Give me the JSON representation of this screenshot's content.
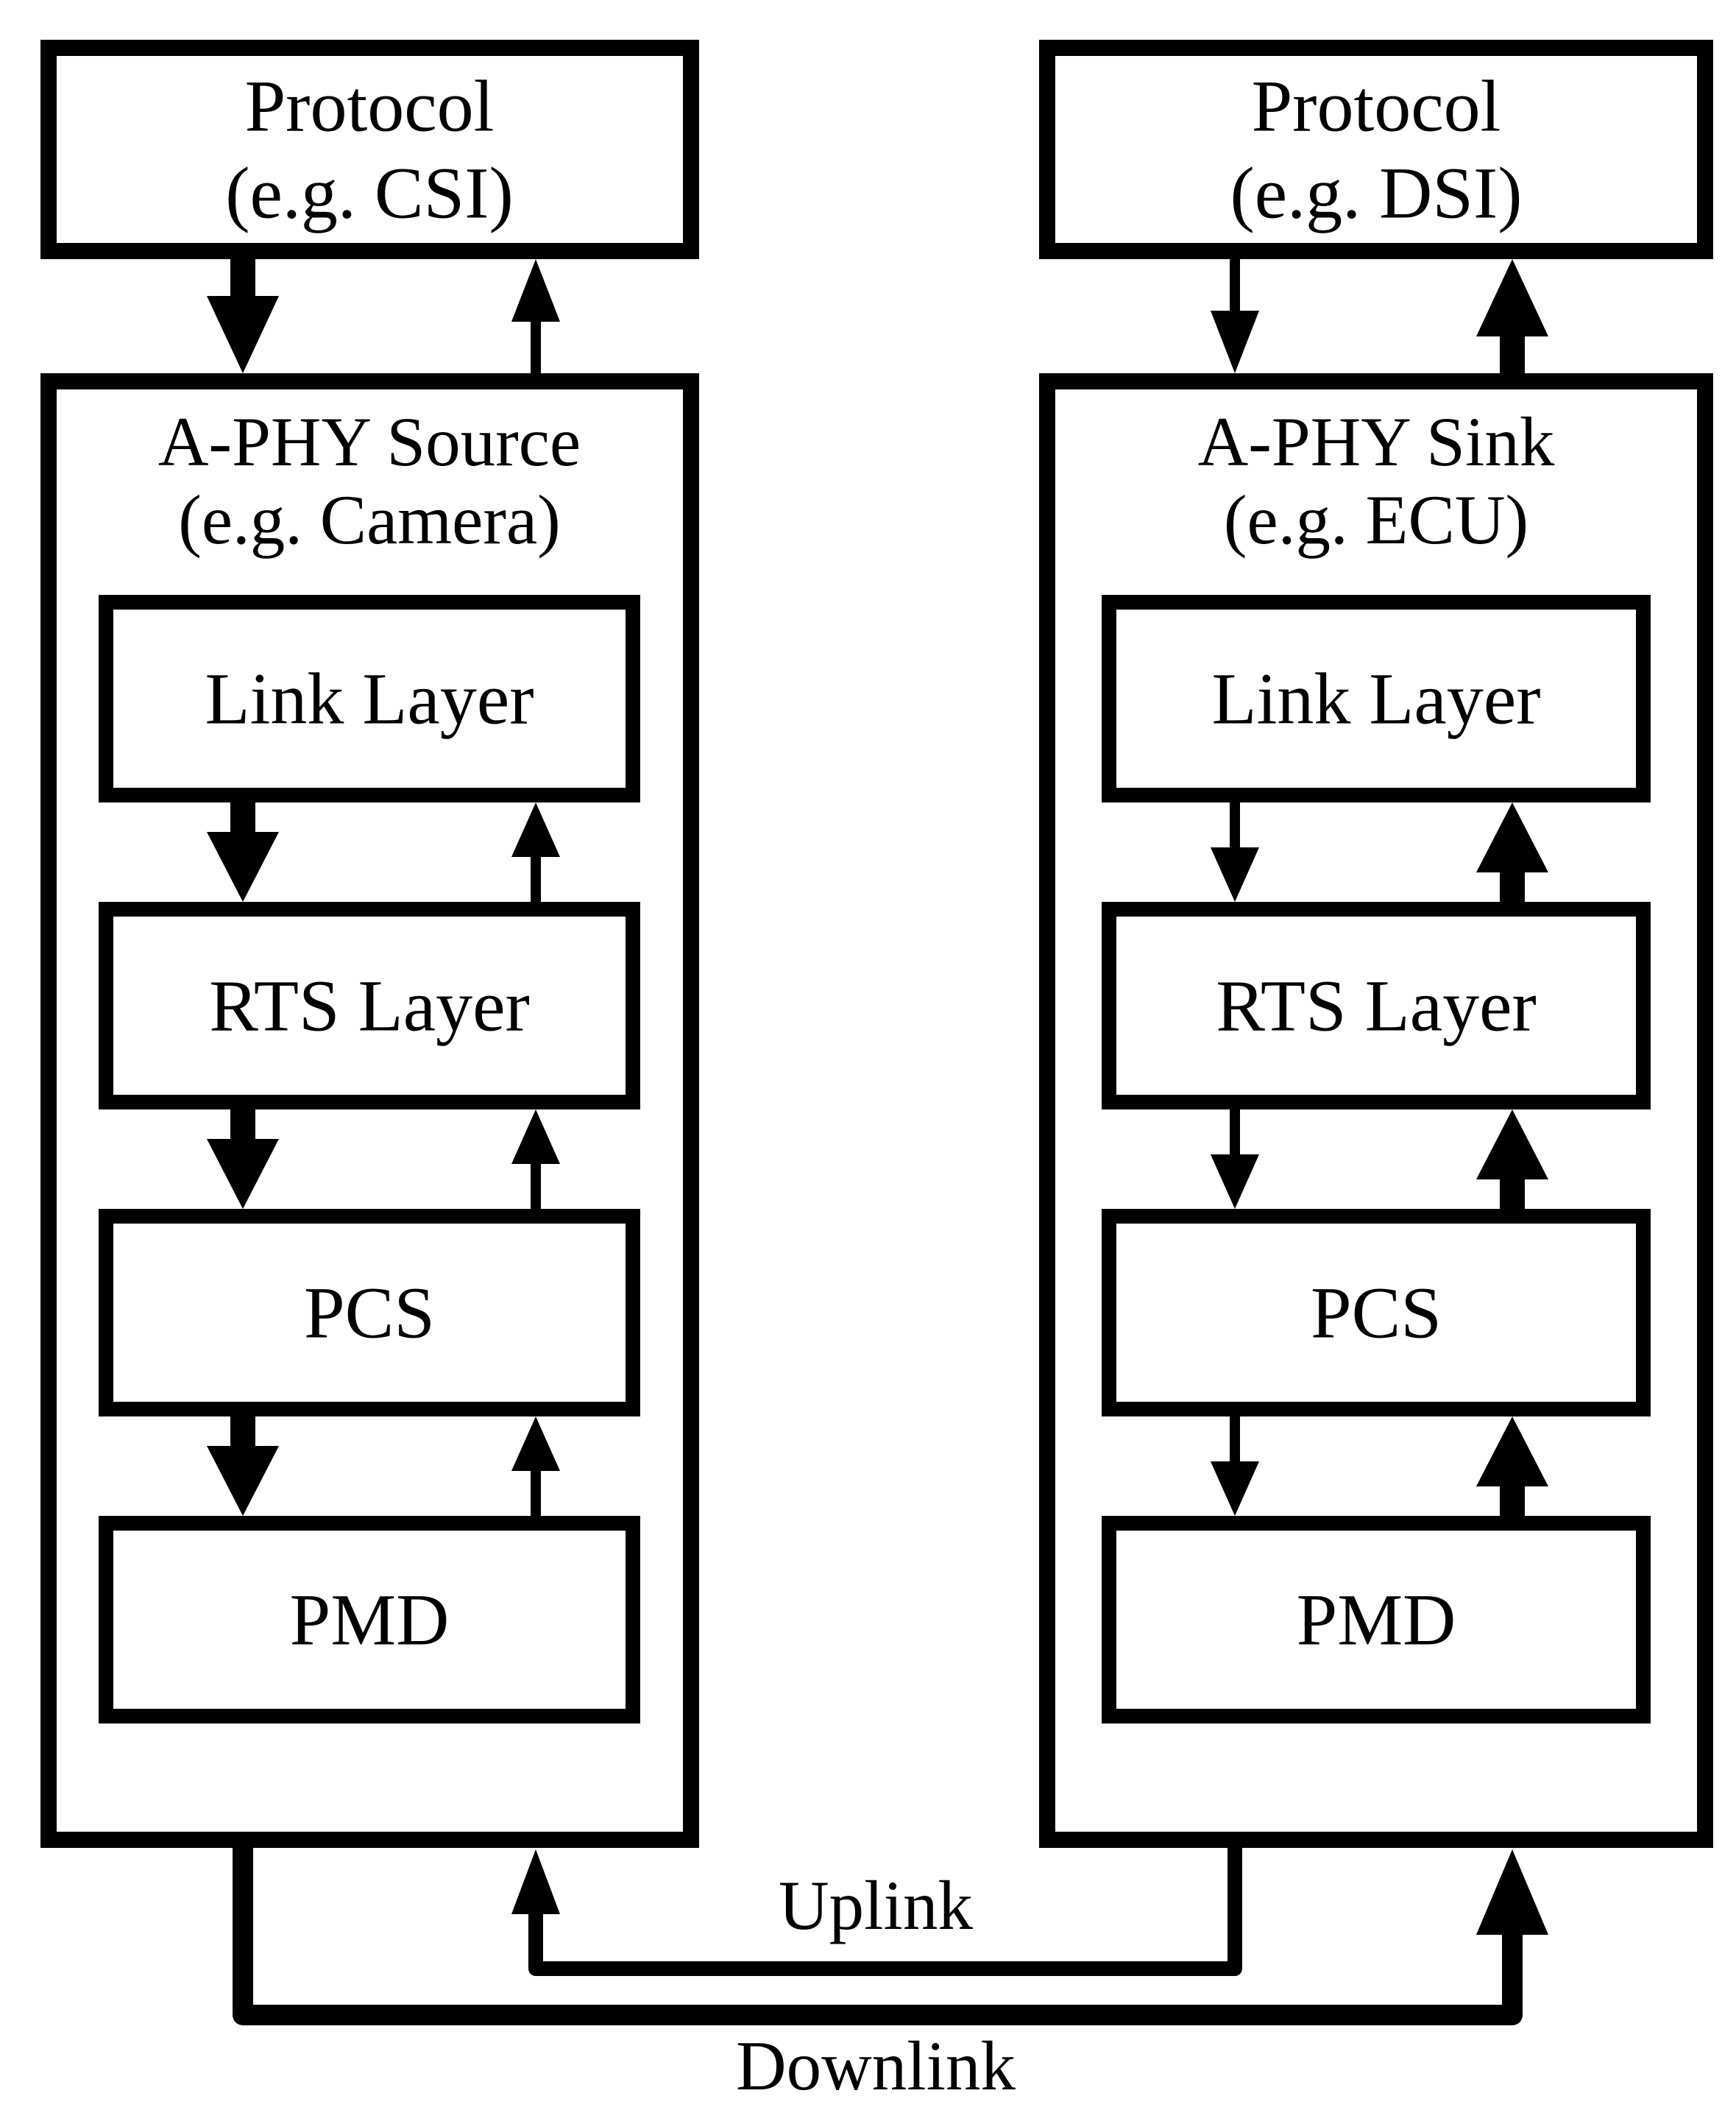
{
  "figure": {
    "source_column": {
      "protocol_box": {
        "line1": "Protocol",
        "line2": "(e.g. CSI)"
      },
      "phy_box": {
        "title_line1": "A-PHY Source",
        "title_line2": "(e.g. Camera)"
      },
      "layers": [
        "Link Layer",
        "RTS Layer",
        "PCS",
        "PMD"
      ]
    },
    "sink_column": {
      "protocol_box": {
        "line1": "Protocol",
        "line2": "(e.g. DSI)"
      },
      "phy_box": {
        "title_line1": "A-PHY Sink",
        "title_line2": "(e.g. ECU)"
      },
      "layers": [
        "Link Layer",
        "RTS Layer",
        "PCS",
        "PMD"
      ]
    },
    "channel_labels": {
      "uplink": "Uplink",
      "downlink": "Downlink"
    },
    "colors": {
      "protocol_fill": "#d9d9d9",
      "phy_fill": "#9dc3e6",
      "layer_fill": "#ffffff",
      "stroke": "#000000"
    }
  }
}
